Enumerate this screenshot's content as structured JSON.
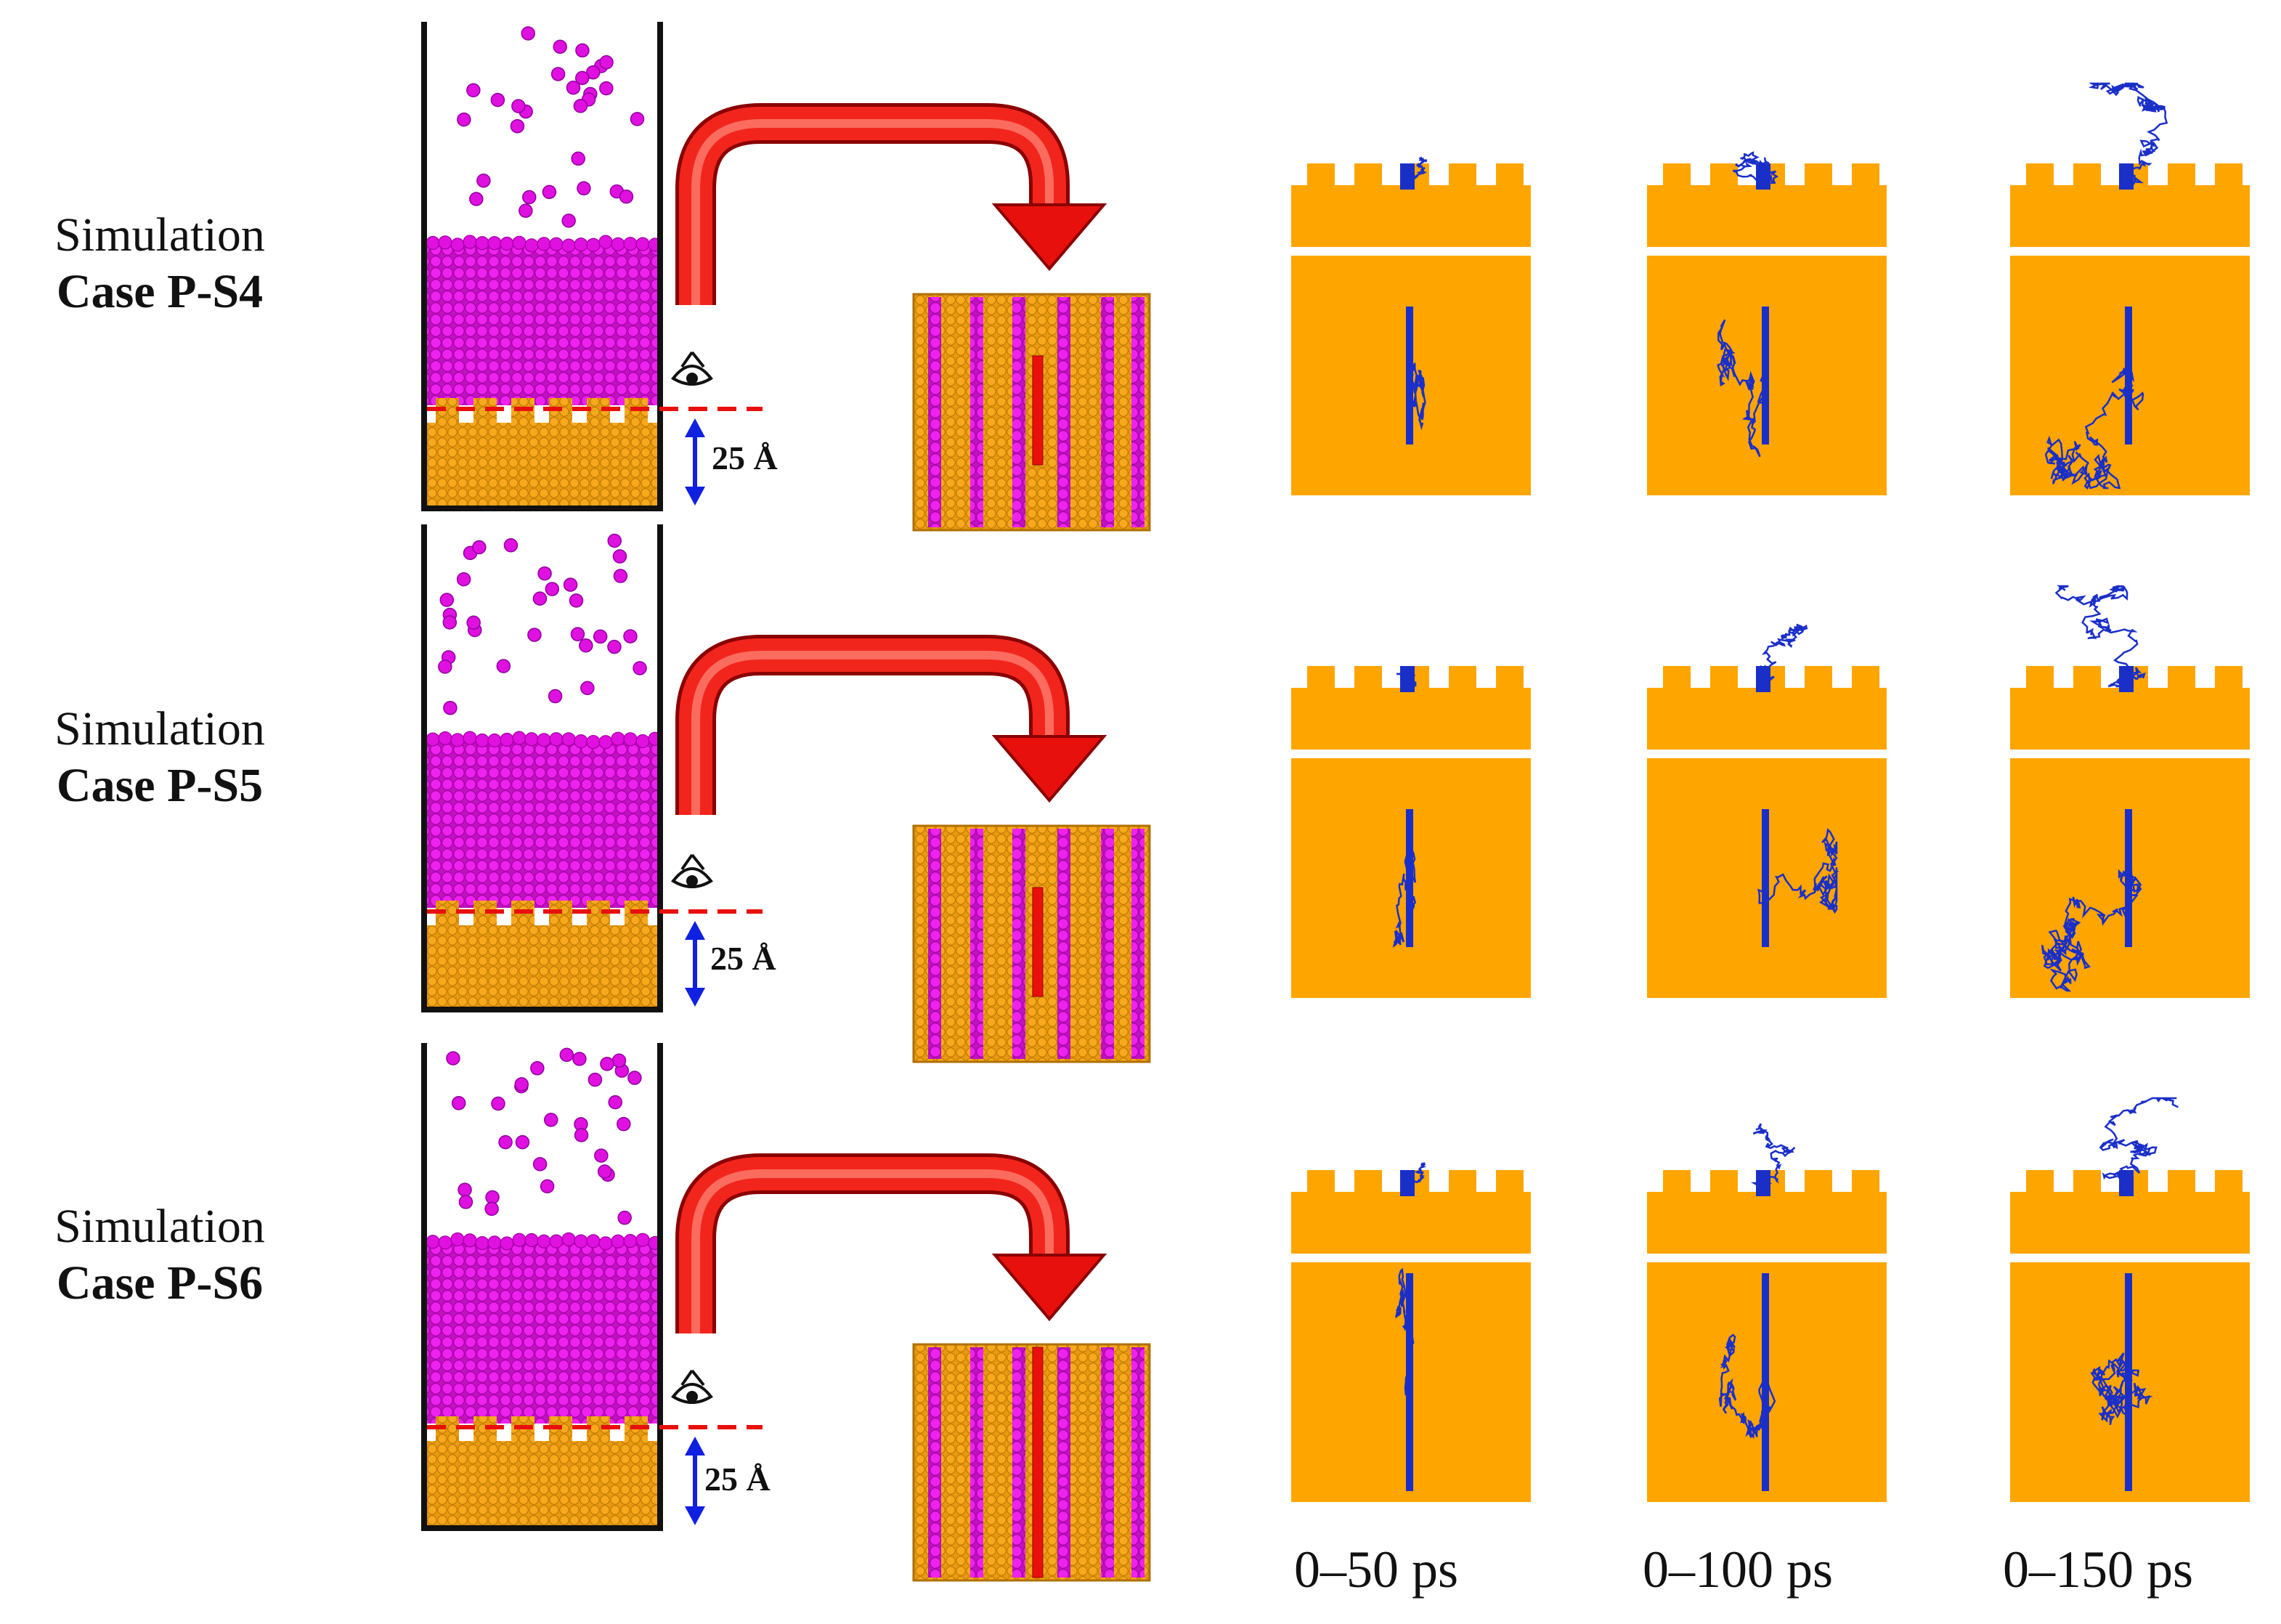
{
  "rows": [
    {
      "label_line1": "Simulation",
      "label_line2": "Case P-S4",
      "distance_label": "25 Å"
    },
    {
      "label_line1": "Simulation",
      "label_line2": "Case P-S5",
      "distance_label": "25 Å"
    },
    {
      "label_line1": "Simulation",
      "label_line2": "Case P-S6",
      "distance_label": "25 Å"
    }
  ],
  "time_windows": [
    "0–50 ps",
    "0–100 ps",
    "0–150 ps"
  ],
  "colors": {
    "substrate": "#FFA500",
    "particles": "#E010E0",
    "trajectory": "#1A2FC8",
    "arrow": "#E8100C",
    "dashed_line": "#E8100C",
    "scale_arrow": "#1020E0",
    "wall": "#111111"
  },
  "icons": [
    "eye-icon"
  ]
}
